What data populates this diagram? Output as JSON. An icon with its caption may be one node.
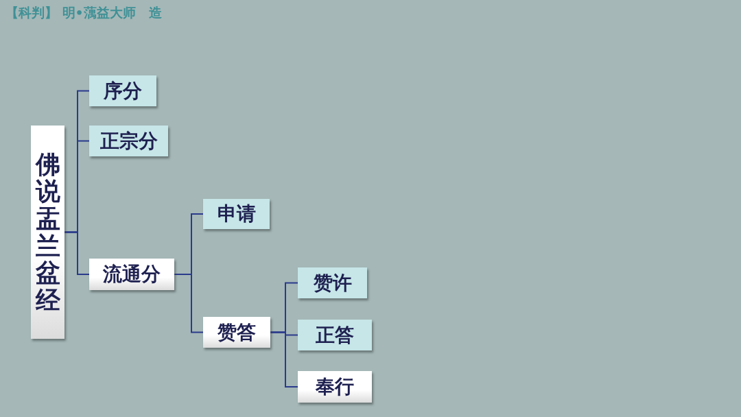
{
  "diagram": {
    "title": "【科判】 明•蕅益大师　造",
    "nodes": [
      {
        "text": [
          "佛说盂兰盆经"
        ]
      },
      {
        "text": [
          "序分"
        ]
      },
      {
        "text": [
          "正宗分"
        ]
      },
      {
        "text": [
          "流通分"
        ]
      },
      {
        "text": [
          "申请"
        ]
      },
      {
        "text": [
          "赞答"
        ]
      },
      {
        "text": [
          "赞许"
        ]
      },
      {
        "text": [
          "正答"
        ]
      },
      {
        "text": [
          "奉行"
        ]
      }
    ],
    "edges": [
      {
        "from": 0,
        "to": 1,
        "arrow": "none"
      },
      {
        "from": 0,
        "to": 2,
        "arrow": "none"
      },
      {
        "from": 0,
        "to": 3,
        "arrow": "none"
      },
      {
        "from": 3,
        "to": 4,
        "arrow": "none"
      },
      {
        "from": 3,
        "to": 5,
        "arrow": "none"
      },
      {
        "from": 5,
        "to": 6,
        "arrow": "none"
      },
      {
        "from": 5,
        "to": 7,
        "arrow": "none"
      },
      {
        "from": 5,
        "to": 8,
        "arrow": "none"
      }
    ]
  }
}
